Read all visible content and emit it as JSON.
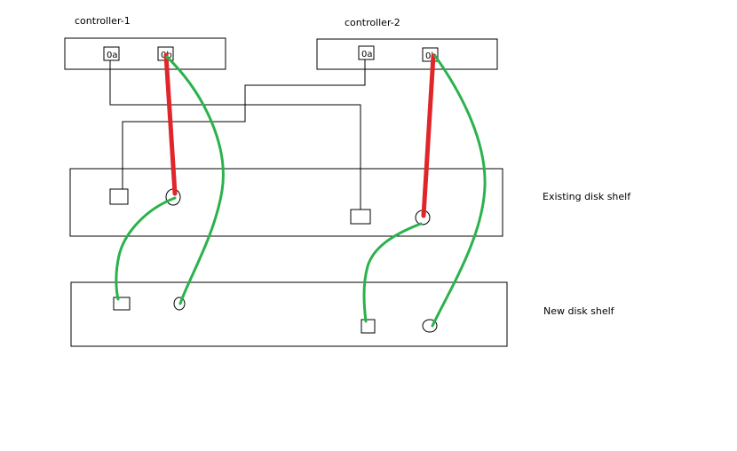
{
  "controllers": [
    {
      "name": "controller-1",
      "ports": [
        "0a",
        "0b"
      ]
    },
    {
      "name": "controller-2",
      "ports": [
        "0a",
        "0b"
      ]
    }
  ],
  "shelves": {
    "existing": {
      "label": "Existing disk shelf"
    },
    "new": {
      "label": "New disk shelf"
    }
  },
  "colors": {
    "line": "#000000",
    "red_cable": "#e0262b",
    "green_cable": "#2bb24c"
  }
}
